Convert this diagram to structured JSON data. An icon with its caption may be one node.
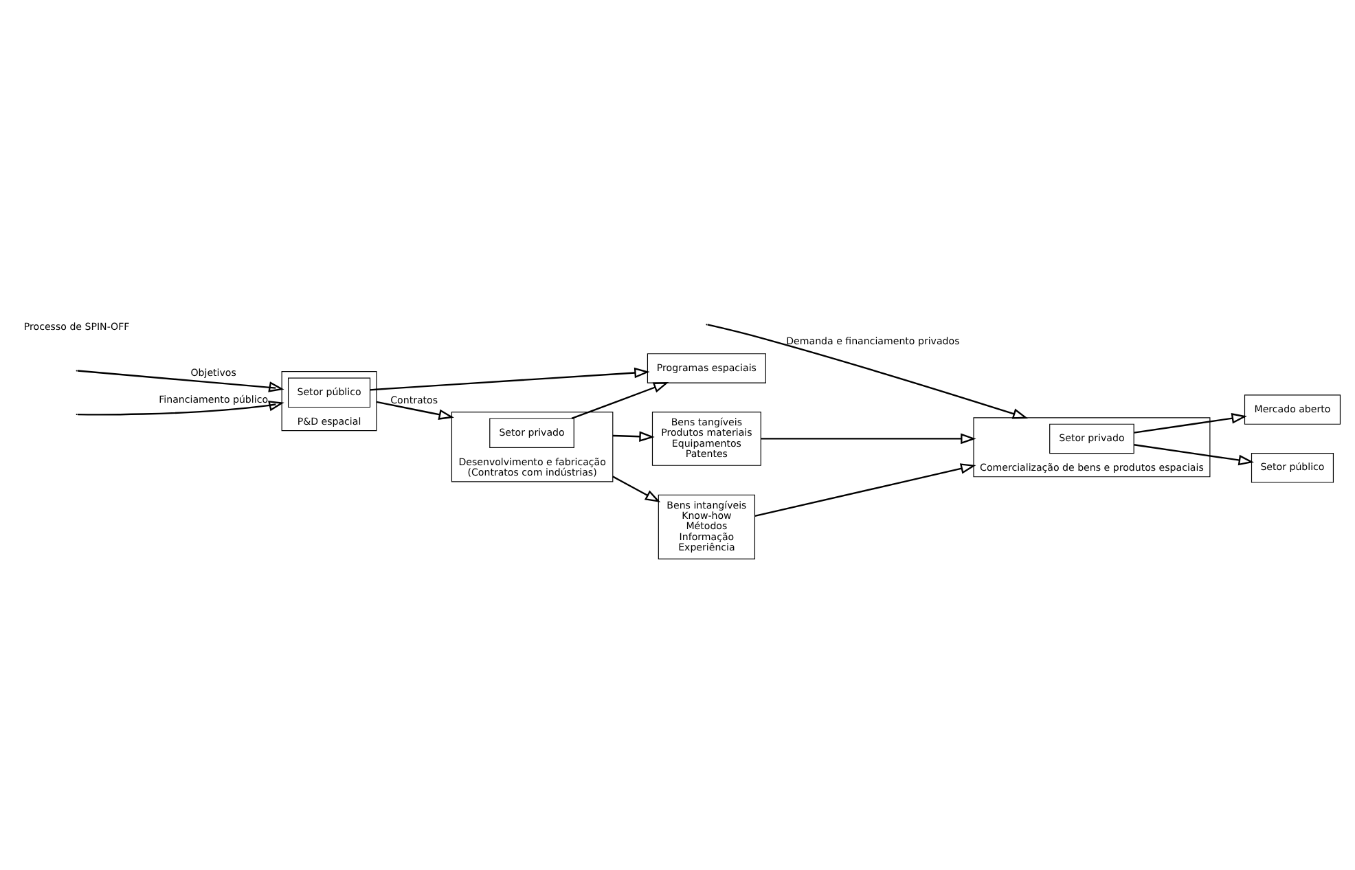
{
  "diagram": {
    "nodes": [
      {
        "text": [
          "Programas espaciais"
        ]
      },
      {
        "text": [
          "P&D espacial"
        ]
      },
      {
        "text": [
          "Setor público"
        ],
        "in": 1
      },
      {
        "text": [
          "Desenvolvimento e fabricação",
          "(Contratos com indústrias)"
        ]
      },
      {
        "text": [
          "Setor privado"
        ],
        "in": 3
      },
      {
        "text": [
          "Bens tangíveis",
          "Produtos materiais",
          "Equipamentos",
          "Patentes"
        ]
      },
      {
        "text": [
          "Bens intangíveis",
          "Know-how",
          "Métodos",
          "Informação",
          "Experiência"
        ]
      },
      {
        "text": [
          "Comercialização de bens e produtos espaciais"
        ]
      },
      {
        "text": [
          "Setor privado"
        ],
        "in": 7
      },
      {
        "text": [
          "Mercado aberto"
        ]
      },
      {
        "text": [
          "Setor público"
        ]
      }
    ],
    "edges": [
      {
        "from": 2,
        "to": 0,
        "arrow": "to"
      },
      {
        "from": 4,
        "to": 0,
        "arrow": "to"
      },
      {
        "from": null,
        "to": 1,
        "arrow": "to",
        "label": "Objetivos"
      },
      {
        "from": 1,
        "to": 3,
        "arrow": "to",
        "label": "Contratos"
      },
      {
        "from": null,
        "to": 1,
        "arrow": "to",
        "label": "Financiamento público"
      },
      {
        "from": 3,
        "to": 5,
        "arrow": "to"
      },
      {
        "from": 3,
        "to": 6,
        "arrow": "to"
      },
      {
        "from": 5,
        "to": 7,
        "arrow": "to"
      },
      {
        "from": 6,
        "to": 7,
        "arrow": "to"
      },
      {
        "from": null,
        "to": 7,
        "arrow": "to",
        "label": "Demanda e financiamento privados"
      },
      {
        "from": 8,
        "to": 9,
        "arrow": "to"
      },
      {
        "from": 8,
        "to": 10,
        "arrow": "to"
      }
    ],
    "labels": [
      "Processo de SPIN-OFF"
    ]
  }
}
